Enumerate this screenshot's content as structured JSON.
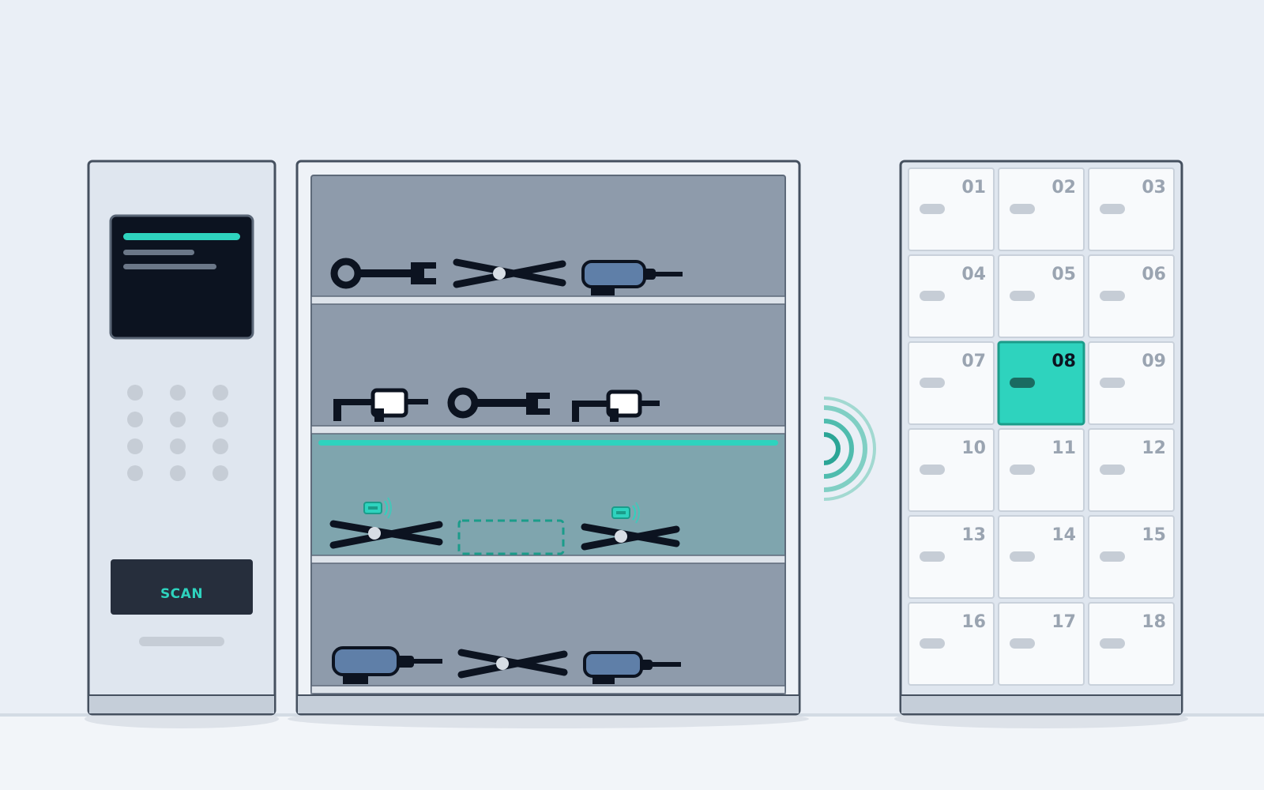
{
  "kiosk": {
    "scan_label": "SCAN",
    "keypad_keys": 12
  },
  "lockers": {
    "numbers": [
      "01",
      "02",
      "03",
      "04",
      "05",
      "06",
      "07",
      "08",
      "09",
      "10",
      "11",
      "12",
      "13",
      "14",
      "15",
      "16",
      "17",
      "18"
    ],
    "active": "08"
  },
  "cabinet": {
    "shelves": [
      {
        "tools": [
          "wrench",
          "scissors",
          "drill"
        ],
        "active": false
      },
      {
        "tools": [
          "heat-gun",
          "wrench",
          "heat-gun"
        ],
        "active": false
      },
      {
        "tools": [
          "scissors",
          "empty-slot",
          "scissors"
        ],
        "active": true
      },
      {
        "tools": [
          "drill",
          "scissors",
          "drill"
        ],
        "active": false
      }
    ]
  },
  "colors": {
    "accent": "#2ed3be",
    "accent_dark": "#1b9c8a",
    "outline": "#45505f",
    "background": "#eaeff6",
    "floor": "#f2f5f9",
    "shelf_bg": "#8e9bab",
    "shelf_active_bg": "#7fa5ae",
    "tool_dark": "#0c1320",
    "tool_blue": "#5f7fa8",
    "locker_door": "#f8fafc",
    "locker_num": "#9aa4b1"
  }
}
